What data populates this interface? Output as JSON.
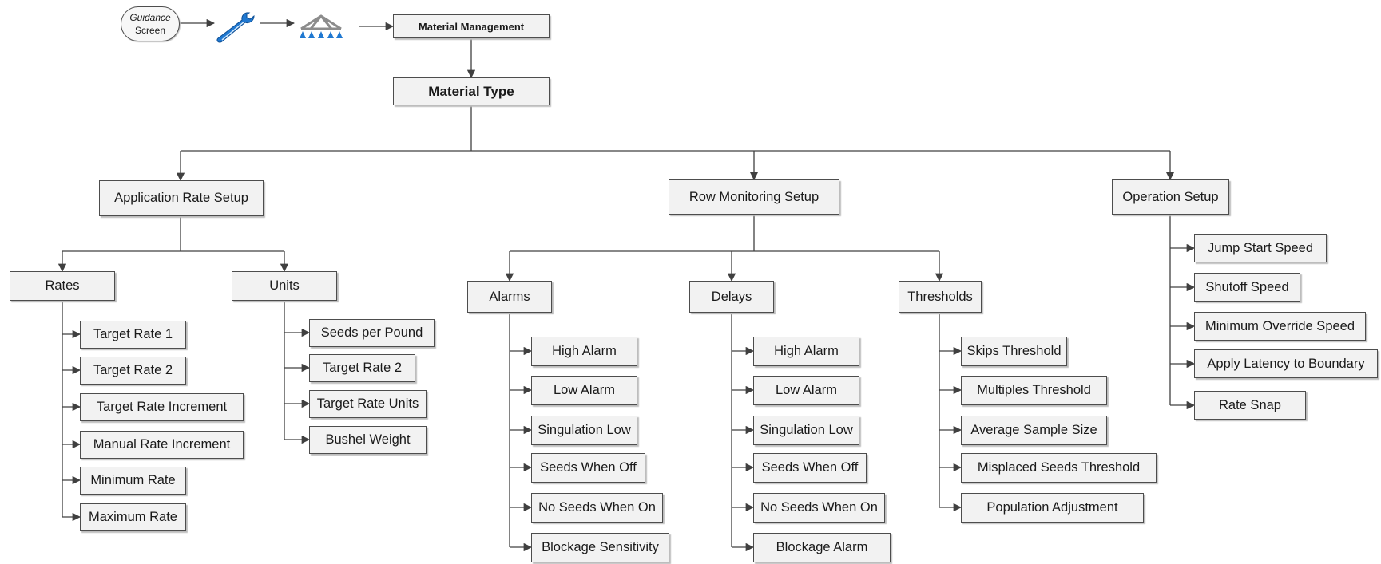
{
  "header": {
    "guidance_screen": {
      "line1": "Guidance",
      "line2": "Screen"
    },
    "wrench_icon": "wrench-icon",
    "implement_icon": "implement-boom-icon",
    "material_management": "Material Management",
    "material_type": "Material Type"
  },
  "sections": {
    "application_rate_setup": {
      "title": "Application Rate Setup",
      "rates": {
        "title": "Rates",
        "items": [
          "Target Rate 1",
          "Target Rate 2",
          "Target Rate Increment",
          "Manual Rate Increment",
          "Minimum Rate",
          "Maximum Rate"
        ]
      },
      "units": {
        "title": "Units",
        "items": [
          "Seeds per Pound",
          "Target Rate 2",
          "Target Rate Units",
          "Bushel Weight"
        ]
      }
    },
    "row_monitoring_setup": {
      "title": "Row Monitoring Setup",
      "alarms": {
        "title": "Alarms",
        "items": [
          "High Alarm",
          "Low Alarm",
          "Singulation Low",
          "Seeds When Off",
          "No Seeds When On",
          "Blockage Sensitivity"
        ]
      },
      "delays": {
        "title": "Delays",
        "items": [
          "High Alarm",
          "Low Alarm",
          "Singulation Low",
          "Seeds When Off",
          "No Seeds When On",
          "Blockage Alarm"
        ]
      },
      "thresholds": {
        "title": "Thresholds",
        "items": [
          "Skips Threshold",
          "Multiples Threshold",
          "Average Sample Size",
          "Misplaced Seeds Threshold",
          "Population Adjustment"
        ]
      }
    },
    "operation_setup": {
      "title": "Operation Setup",
      "items": [
        "Jump Start Speed",
        "Shutoff Speed",
        "Minimum Override Speed",
        "Apply Latency to Boundary",
        "Rate Snap"
      ]
    }
  },
  "colors": {
    "line": "#404040",
    "box_fill": "#f2f2f2",
    "icon_blue": "#1f78d1",
    "icon_grey": "#8c8c8c"
  }
}
